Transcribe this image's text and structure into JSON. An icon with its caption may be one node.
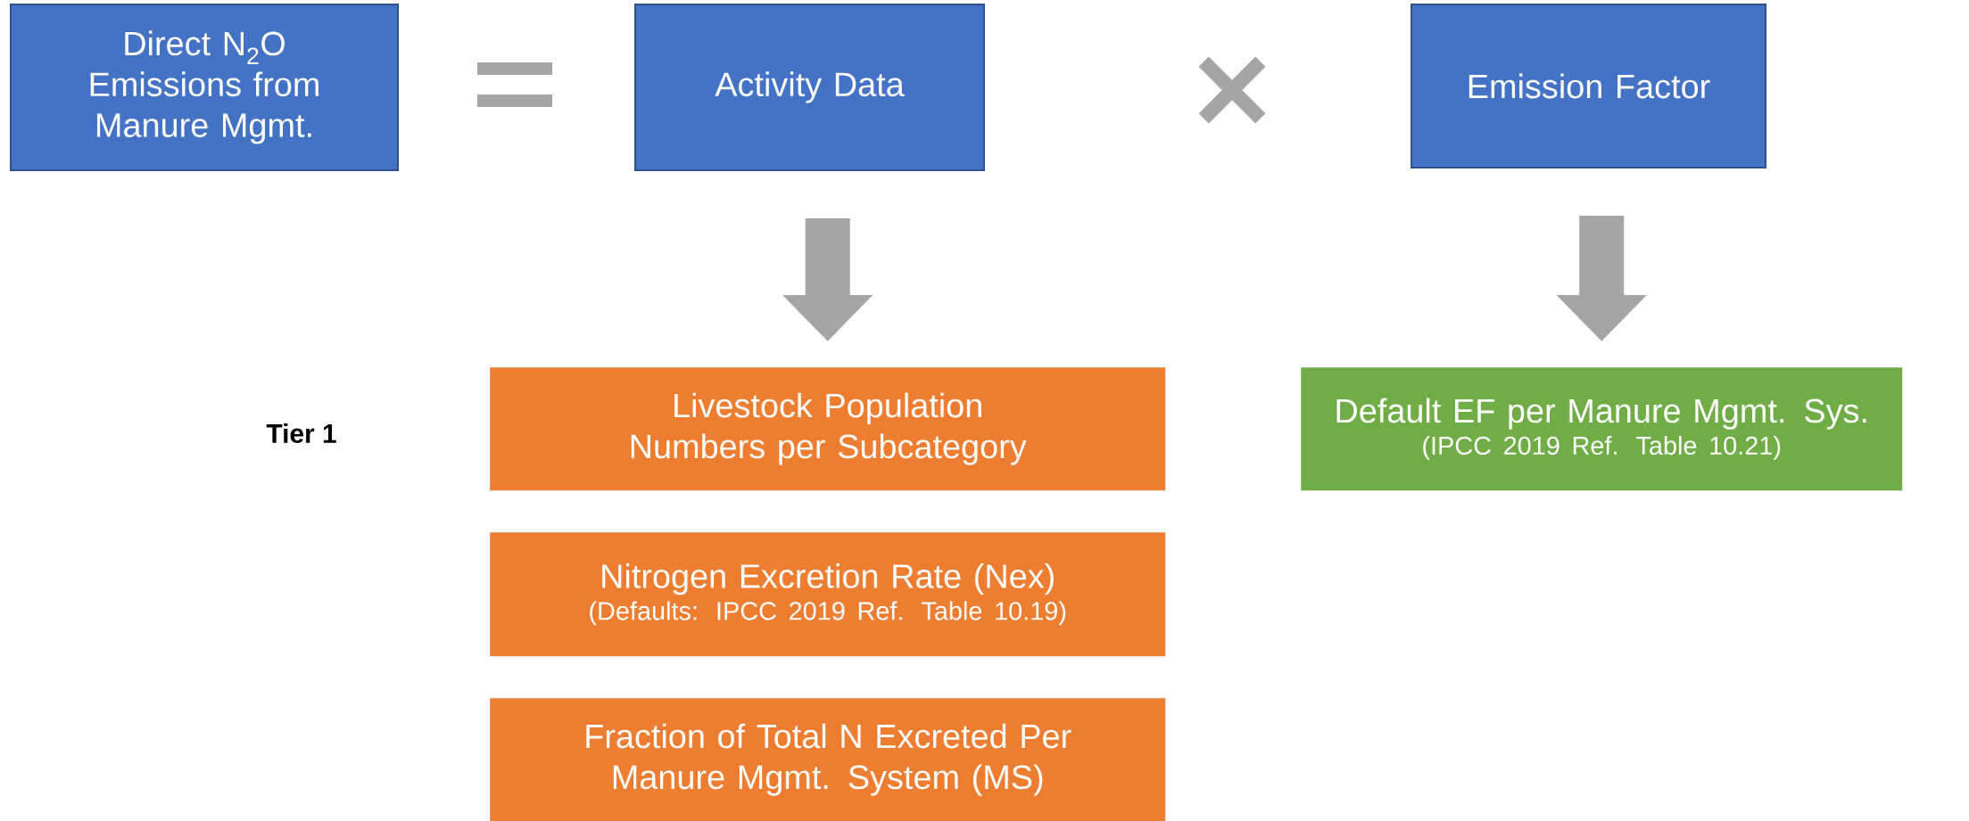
{
  "diagram": {
    "nodes": [
      {
        "text": [
          "Direct N$_{2}$O Emissions from Manure Mgmt."
        ]
      },
      {
        "text": [
          "Activity Data"
        ]
      },
      {
        "text": [
          "Emission Factor"
        ]
      },
      {
        "text": [
          "Livestock Population Numbers per Subcategory"
        ]
      },
      {
        "text": [
          "Nitrogen Excretion Rate (Nex)",
          "(Defaults: IPCC 2019 Ref. Table 10.19)"
        ]
      },
      {
        "text": [
          "Fraction of Total N Excreted Per Manure Mgmt. System (MS)"
        ]
      },
      {
        "text": [
          "Default EF per Manure Mgmt. Sys.",
          "(IPCC 2019 Ref. Table 10.21)"
        ]
      }
    ],
    "edges": [
      {
        "from": 1,
        "to": 3,
        "arrow": "to"
      },
      {
        "from": 2,
        "to": 6,
        "arrow": "to"
      }
    ],
    "labels": [
      "Tier 1"
    ]
  }
}
